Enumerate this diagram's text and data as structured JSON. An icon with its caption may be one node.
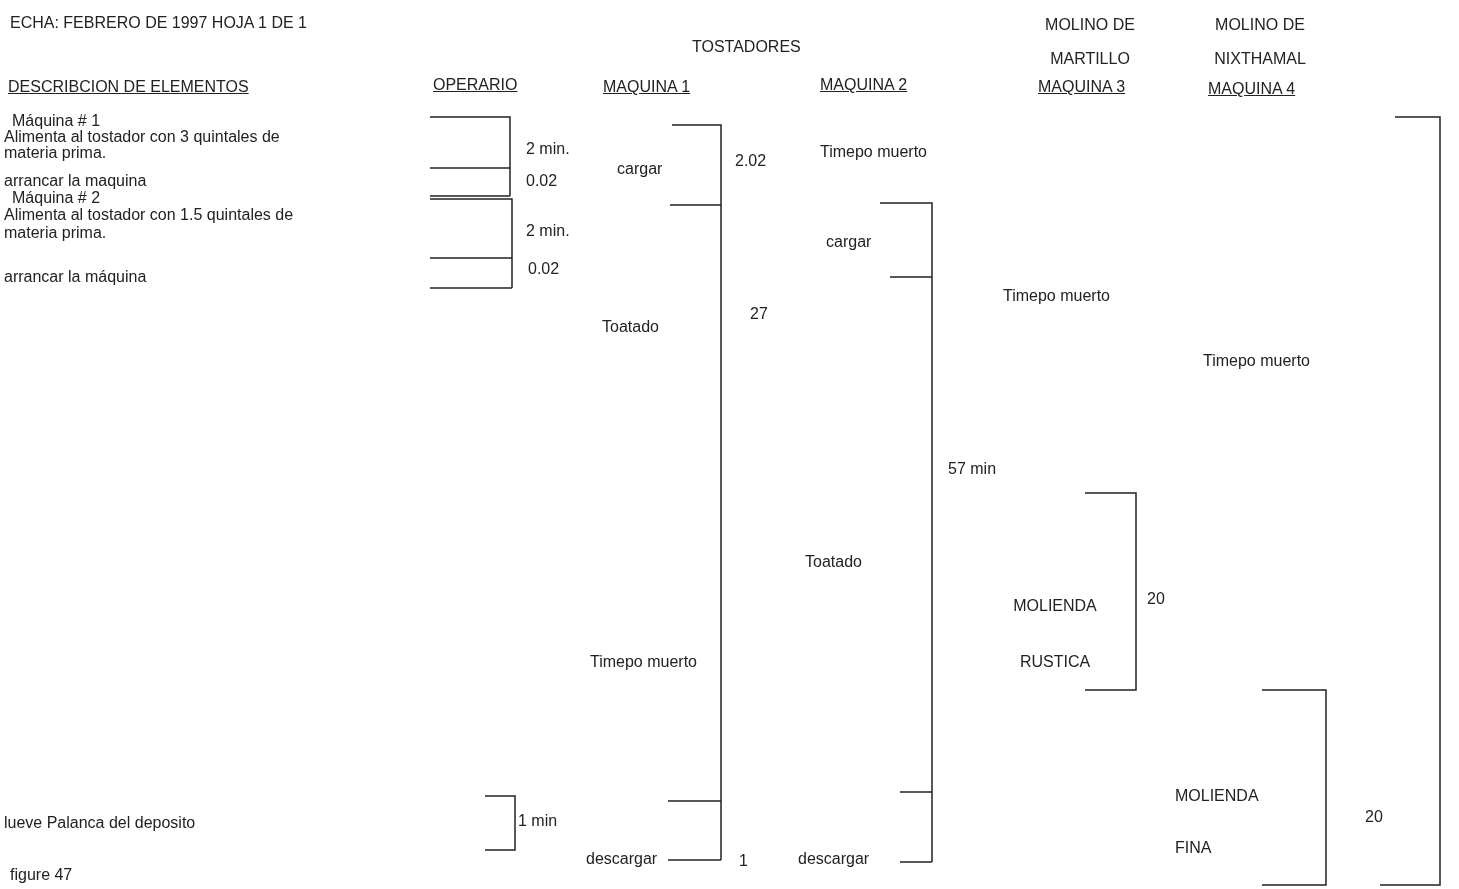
{
  "diagram": {
    "caption": "figure 47",
    "labels": [
      "ECHA: FEBRERO DE  1997   HOJA 1  DE 1",
      "TOSTADORES",
      "MOLINO DE MARTILLO",
      "MOLINO DE NIXTHAMAL",
      "DESCRIBCION DE ELEMENTOS",
      "OPERARIO",
      "MAQUINA 1",
      "MAQUINA 2",
      "MAQUINA 3",
      "MAQUINA 4",
      "Máquina # 1",
      "Alimenta al tostador con 3 quintales de materia prima.",
      "2 min.",
      "cargar",
      "2.02",
      "Timepo muerto",
      "arrancar la maquina",
      "0.02",
      "Máquina # 2",
      "Alimenta al tostador con 1.5 quintales de materia prima.",
      "2 min.",
      "cargar",
      "0.02",
      "arrancar la máquina",
      "Timepo muerto",
      "27",
      "Toatado",
      "Timepo muerto",
      "descargar",
      "1",
      "57 min",
      "MOLIENDA RUSTICA",
      "20",
      "Toatado",
      "Timepo muerto",
      "MOLIENDA FINA",
      "20",
      "lueve Palanca del deposito",
      "1 min",
      "descargar"
    ]
  }
}
